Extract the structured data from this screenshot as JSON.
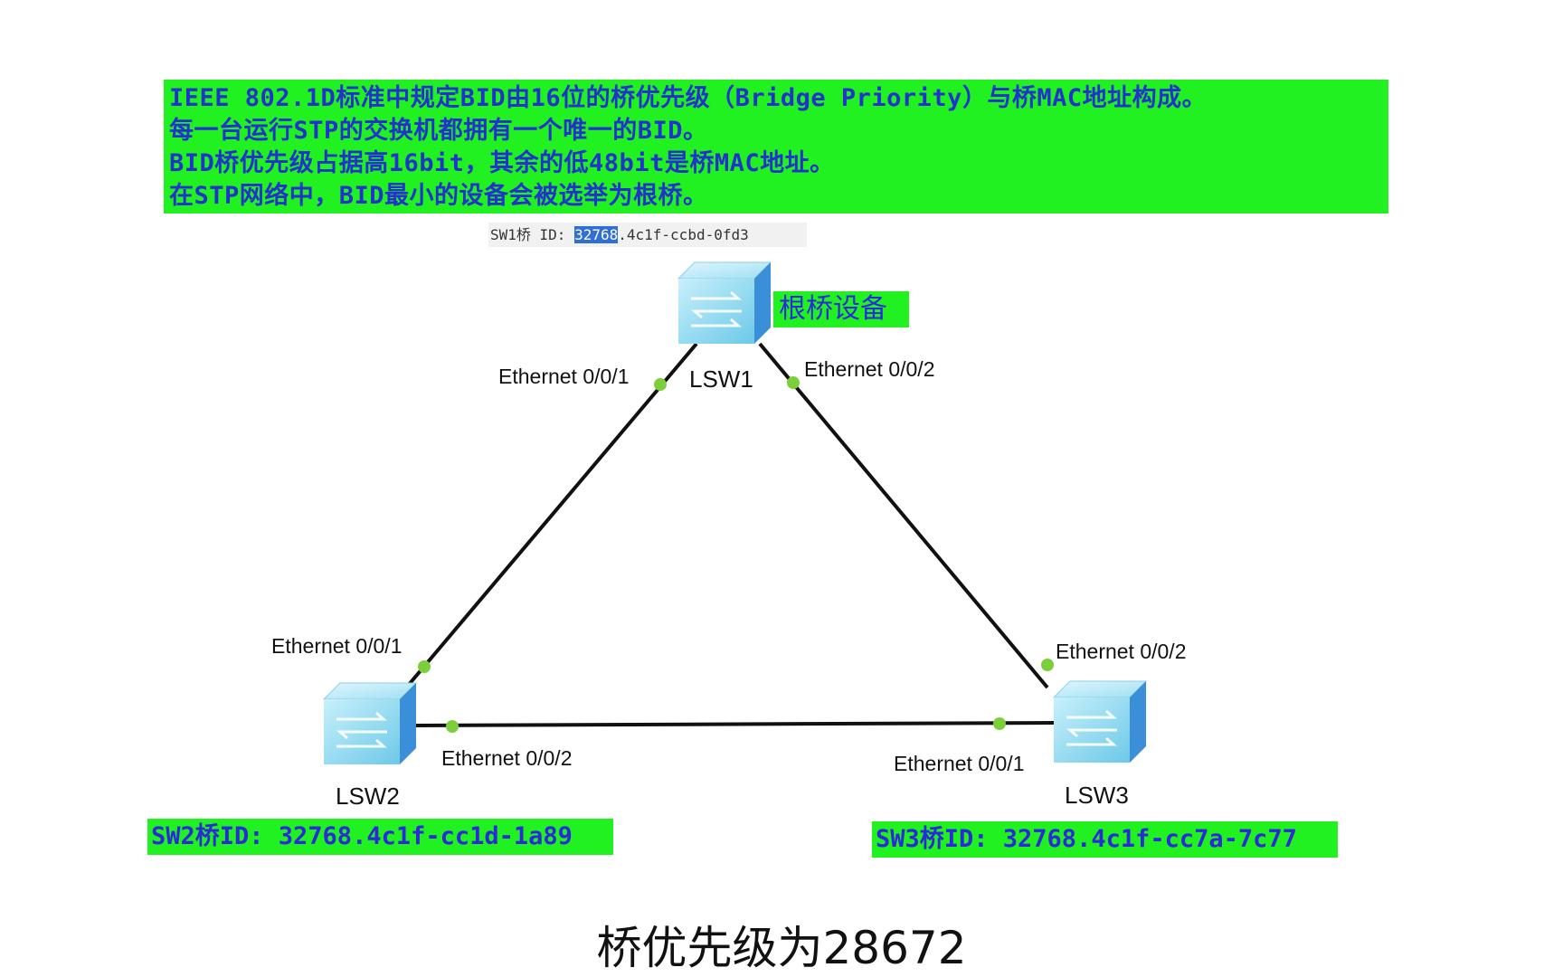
{
  "intro": {
    "lines": [
      "IEEE 802.1D标准中规定BID由16位的桥优先级（Bridge Priority）与桥MAC地址构成。",
      "每一台运行STP的交换机都拥有一个唯一的BID。",
      "BID桥优先级占据高16bit，其余的低48bit是桥MAC地址。",
      "在STP网络中，BID最小的设备会被选举为根桥。"
    ]
  },
  "sw1_id": {
    "prefix": "SW1桥 ID: ",
    "priority": "32768",
    "mac": ".4c1f-ccbd-0fd3"
  },
  "root_tag": "根桥设备",
  "devices": {
    "lsw1": {
      "name": "LSW1"
    },
    "lsw2": {
      "name": "LSW2"
    },
    "lsw3": {
      "name": "LSW3"
    }
  },
  "ports": {
    "lsw1_p1": "Ethernet 0/0/1",
    "lsw1_p2": "Ethernet 0/0/2",
    "lsw2_p1": "Ethernet 0/0/1",
    "lsw2_p2": "Ethernet 0/0/2",
    "lsw3_p2": "Ethernet 0/0/2",
    "lsw3_p1": "Ethernet 0/0/1"
  },
  "sw2_bid": "SW2桥ID: 32768.4c1f-cc1d-1a89",
  "sw3_bid": "SW3桥ID: 32768.4c1f-cc7a-7c77",
  "caption": "桥优先级为28672",
  "colors": {
    "highlight": "#21f121",
    "text_blue": "#2a2ad8",
    "link": "#111111",
    "port_dot": "#7ccf3a",
    "switch": "#7fd6ef"
  }
}
